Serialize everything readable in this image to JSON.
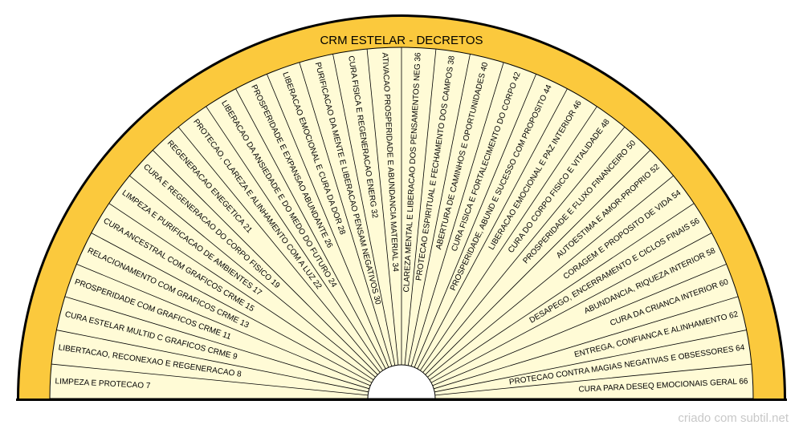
{
  "title": "CRM ESTELAR - DECRETOS",
  "credit": "criado com subtil.net",
  "colors": {
    "band": "#fbc93d",
    "sector_fill": "#fffbd6",
    "outline": "#000000",
    "credit": "#c8c8c8"
  },
  "sectors": [
    "LIMPEZA E PROTECAO 7",
    "LIBERTACAO, RECONEXAO E REGENERACAO 8",
    "CURA ESTELAR MULTID C GRAFICOS CRME 9",
    "PROSPERIDADE COM GRAFICOS CRME 11",
    "RELACIONAMENTO COM GRAFICOS CRME 13",
    "CURA ANCESTRAL COM GRAFICOS CRME 15",
    "LIMPEZA E PURIFICACAO DE AMBIENTES 17",
    "CURA E REGENERACAO DO CORPO FISICO 19",
    "REGENERACAO ENEGETICA 21",
    "PROTECAO, CLAREZA E ALINHAMENTO COM A LUZ 22",
    "LIBERACAO DA ANSIEDADE E DO MEDO DO FUTURO 24",
    "PROSPERIDADE E EXPANSAO ABUNDANTE 26",
    "LIBERACAO EMOCIONAL E CURA DA DOR 28",
    "PURIFICACAO DA MENTE E LIBERACAO PENSAM NEGATIVOS 30",
    "CURA FISICA E REGENERACAO ENERG 32",
    "ATIVACAO PROSPERIDADE E ABUNDANCIA MATERIAL 34",
    "CLAREZA MENTAL E LIBERACAO DOS PENSAMENTOS NEG 36",
    "PROTECAO ESPIRITUAL E FECHAMENTO DOS CAMPOS 38",
    "ABERTURA DE CAMINHOS E OPORTUNIDADES 40",
    "CURA FISICA E FORTALECIMENTO DO CORPO 42",
    "PROSPERIDADE, ABUND E SUCESSO COM PROPOSITO 44",
    "LIBERACAO EMOCIONAL E PAZ INTERIOR 46",
    "CURA DO CORPO FISICO E VITALIDADE 48",
    "PROSPERIDADE E FLUXO FINANCEIRO 50",
    "AUTOESTIMA E AMOR-PROPRIO 52",
    "CORAGEM E PROPOSITO DE VIDA 54",
    "DESAPEGO, ENCERRAMENTO E CICLOS FINAIS 56",
    "ABUNDANCIA, RIQUEZA INTERIOR 58",
    "CURA DA CRIANCA INTERIOR 60",
    "ENTREGA, CONFIANCA E ALINHAMENTO 62",
    "PROTECAO CONTRA MAGIAS NEGATIVAS E OBSESSORES 64",
    "CURA PARA DESEQ EMOCIONAIS GERAL 66"
  ]
}
